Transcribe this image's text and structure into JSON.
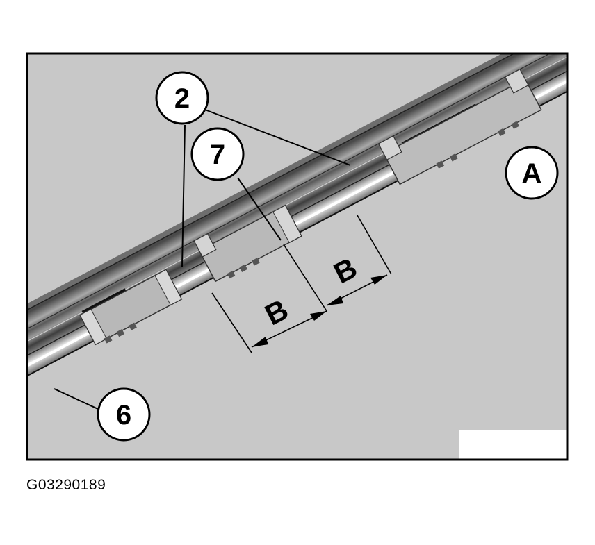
{
  "callouts": {
    "c2": "2",
    "c7": "7",
    "c6": "6",
    "cA": "A"
  },
  "dimensions": {
    "b1": "B",
    "b2": "B"
  },
  "figure_code": "G03290189",
  "colors": {
    "background_panel": "#c8c8c8",
    "rail_dark": "#3a3a3a",
    "rail_mid": "#8e8e8e",
    "rail_light": "#e6e6e6",
    "clip": "#b9b9b9",
    "line": "#000000"
  }
}
